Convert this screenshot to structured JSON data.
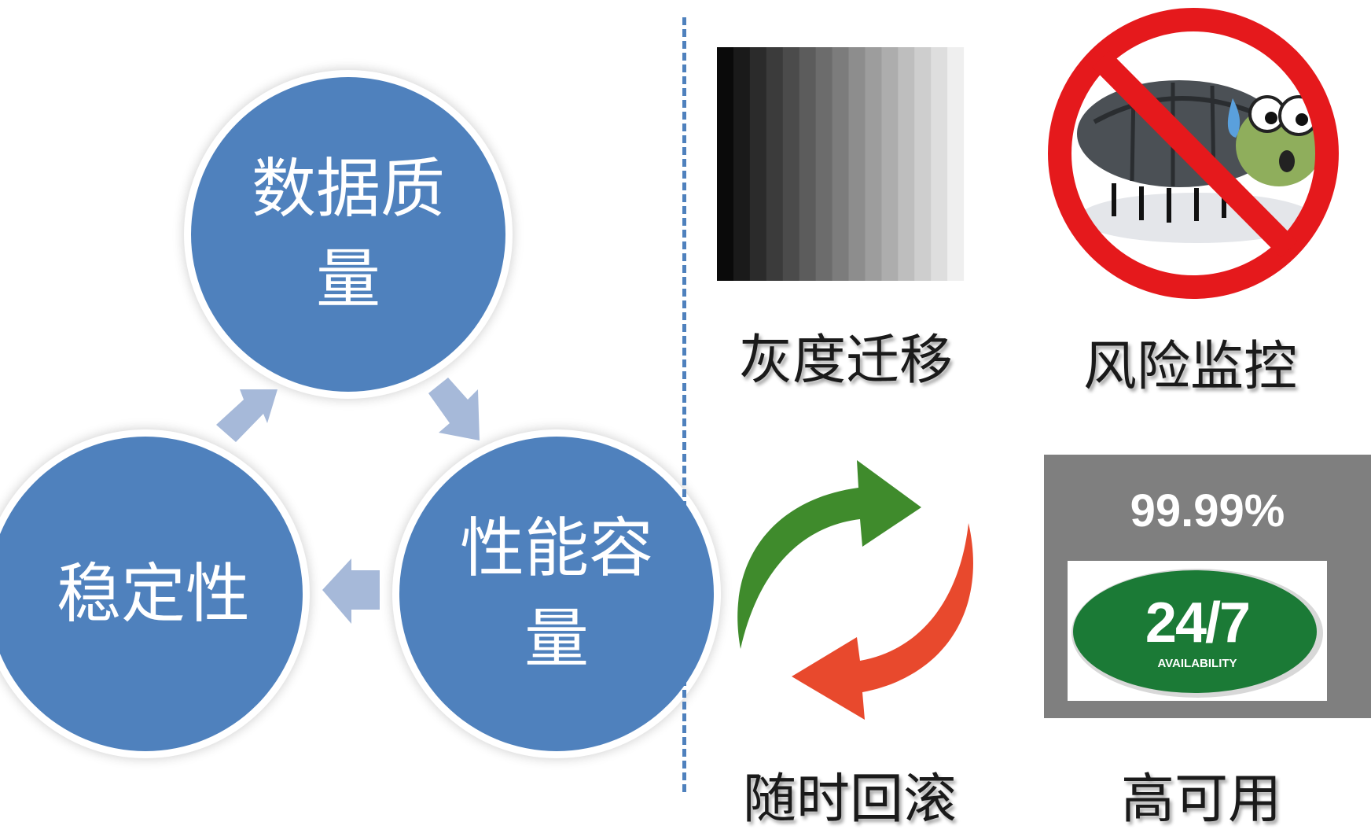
{
  "cycle": {
    "nodes": [
      {
        "id": "data-quality",
        "label": "数据质量"
      },
      {
        "id": "performance-capacity",
        "label": "性能容量"
      },
      {
        "id": "stability",
        "label": "稳定性"
      }
    ],
    "node_color": "#4f81bd",
    "arrow_color": "#a6b9d9"
  },
  "features": {
    "gray_migration": {
      "caption": "灰度迁移",
      "icon": "gradient-bar-icon"
    },
    "risk_monitoring": {
      "caption": "风险监控",
      "icon": "no-bug-icon"
    },
    "rollback": {
      "caption": "随时回滚",
      "icon": "refresh-arrows-icon"
    },
    "high_availability": {
      "caption": "高可用",
      "icon": "availability-24-7-icon",
      "percent": "99.99%",
      "badge_big": "24/7",
      "badge_small": "AVAILABILITY"
    }
  }
}
